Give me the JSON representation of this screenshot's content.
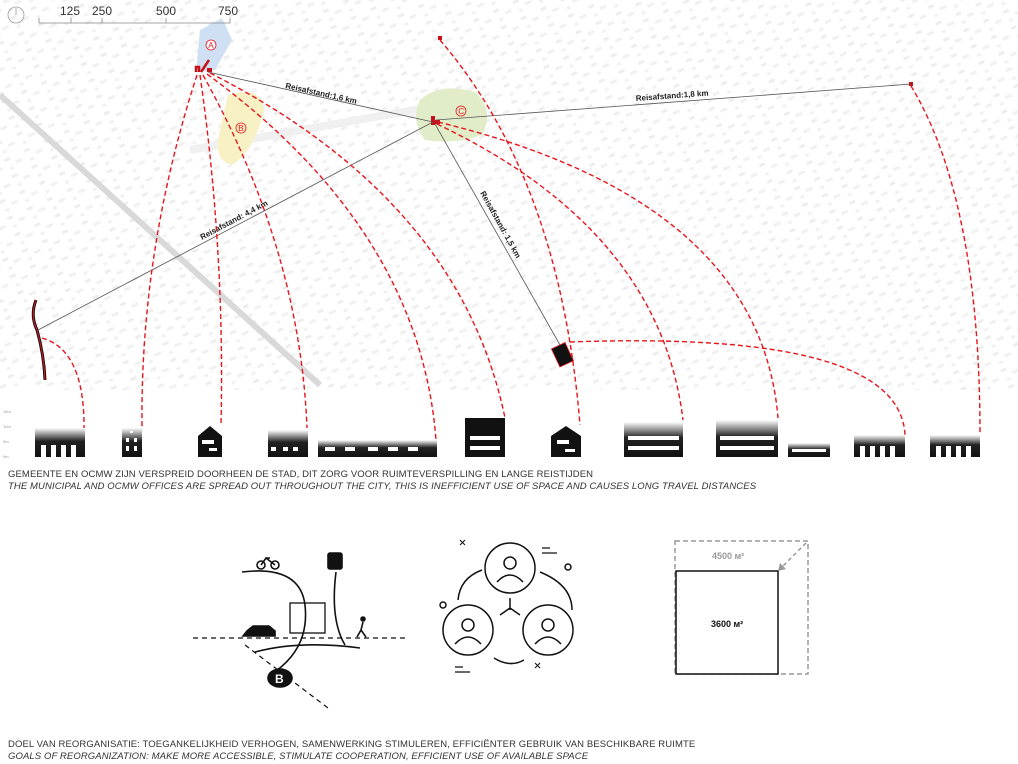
{
  "scale_bar": {
    "ticks": [
      "125",
      "250",
      "500",
      "750"
    ]
  },
  "map": {
    "sites": [
      "A",
      "B",
      "C"
    ],
    "distances": [
      "Reisafstand:1,6 km",
      "Reisafstand:1,8 km",
      "Reisafstand: 4,4 km",
      "Reisafstand: 1,5 km"
    ]
  },
  "height_scale": [
    "15m",
    "10m",
    "5m",
    "0m"
  ],
  "caption_top": {
    "nl": "GEMEENTE EN OCMW ZIJN VERSPREID DOORHEEN DE STAD, DIT ZORG VOOR RUIMTEVERSPILLING EN LANGE REISTIJDEN",
    "en": "THE MUNICIPAL AND OCMW OFFICES ARE SPREAD OUT THROUGHOUT THE CITY, THIS IS INEFFICIENT USE OF SPACE AND CAUSES LONG TRAVEL DISTANCES"
  },
  "goals": {
    "accessibility_icon_label": "B",
    "area_before": "4500 м²",
    "area_after": "3600 м²"
  },
  "caption_bottom": {
    "nl": "DOEL VAN REORGANISATIE: TOEGANKELIJKHEID VERHOGEN, SAMENWERKING STIMULEREN, EFFICIËNTER GEBRUIK VAN BESCHIKBARE RUIMTE",
    "en": "GOALS OF REORGANIZATION: MAKE MORE ACCESSIBLE, STIMULATE COOPERATION, EFFICIENT USE OF AVAILABLE SPACE"
  },
  "colors": {
    "accent": "#e8141c",
    "site_a": "#cfe0f5",
    "site_b": "#f7f1c4",
    "site_c": "#e1ecc9"
  }
}
